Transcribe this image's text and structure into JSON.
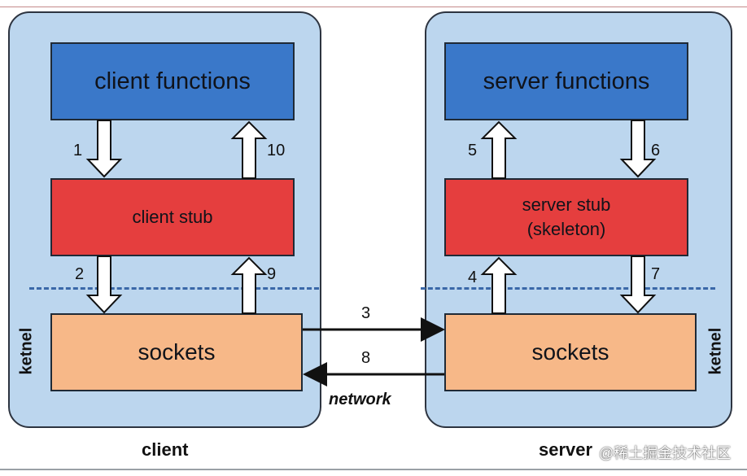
{
  "client": {
    "functions": "client functions",
    "stub": "client stub",
    "sockets": "sockets",
    "kernel_label": "ketnel",
    "label": "client"
  },
  "server": {
    "functions": "server functions",
    "stub_line1": "server stub",
    "stub_line2": "(skeleton)",
    "sockets": "sockets",
    "kernel_label": "ketnel",
    "label": "server"
  },
  "network_label": "network",
  "steps": [
    "1",
    "2",
    "3",
    "4",
    "5",
    "6",
    "7",
    "8",
    "9",
    "10"
  ],
  "watermark": "@稀土掘金技术社区",
  "colors": {
    "panel": "#bcd6ee",
    "functions": "#3a78c9",
    "stub": "#e53e3e",
    "sockets": "#f7b888",
    "dashed_line": "#3a68a8"
  }
}
